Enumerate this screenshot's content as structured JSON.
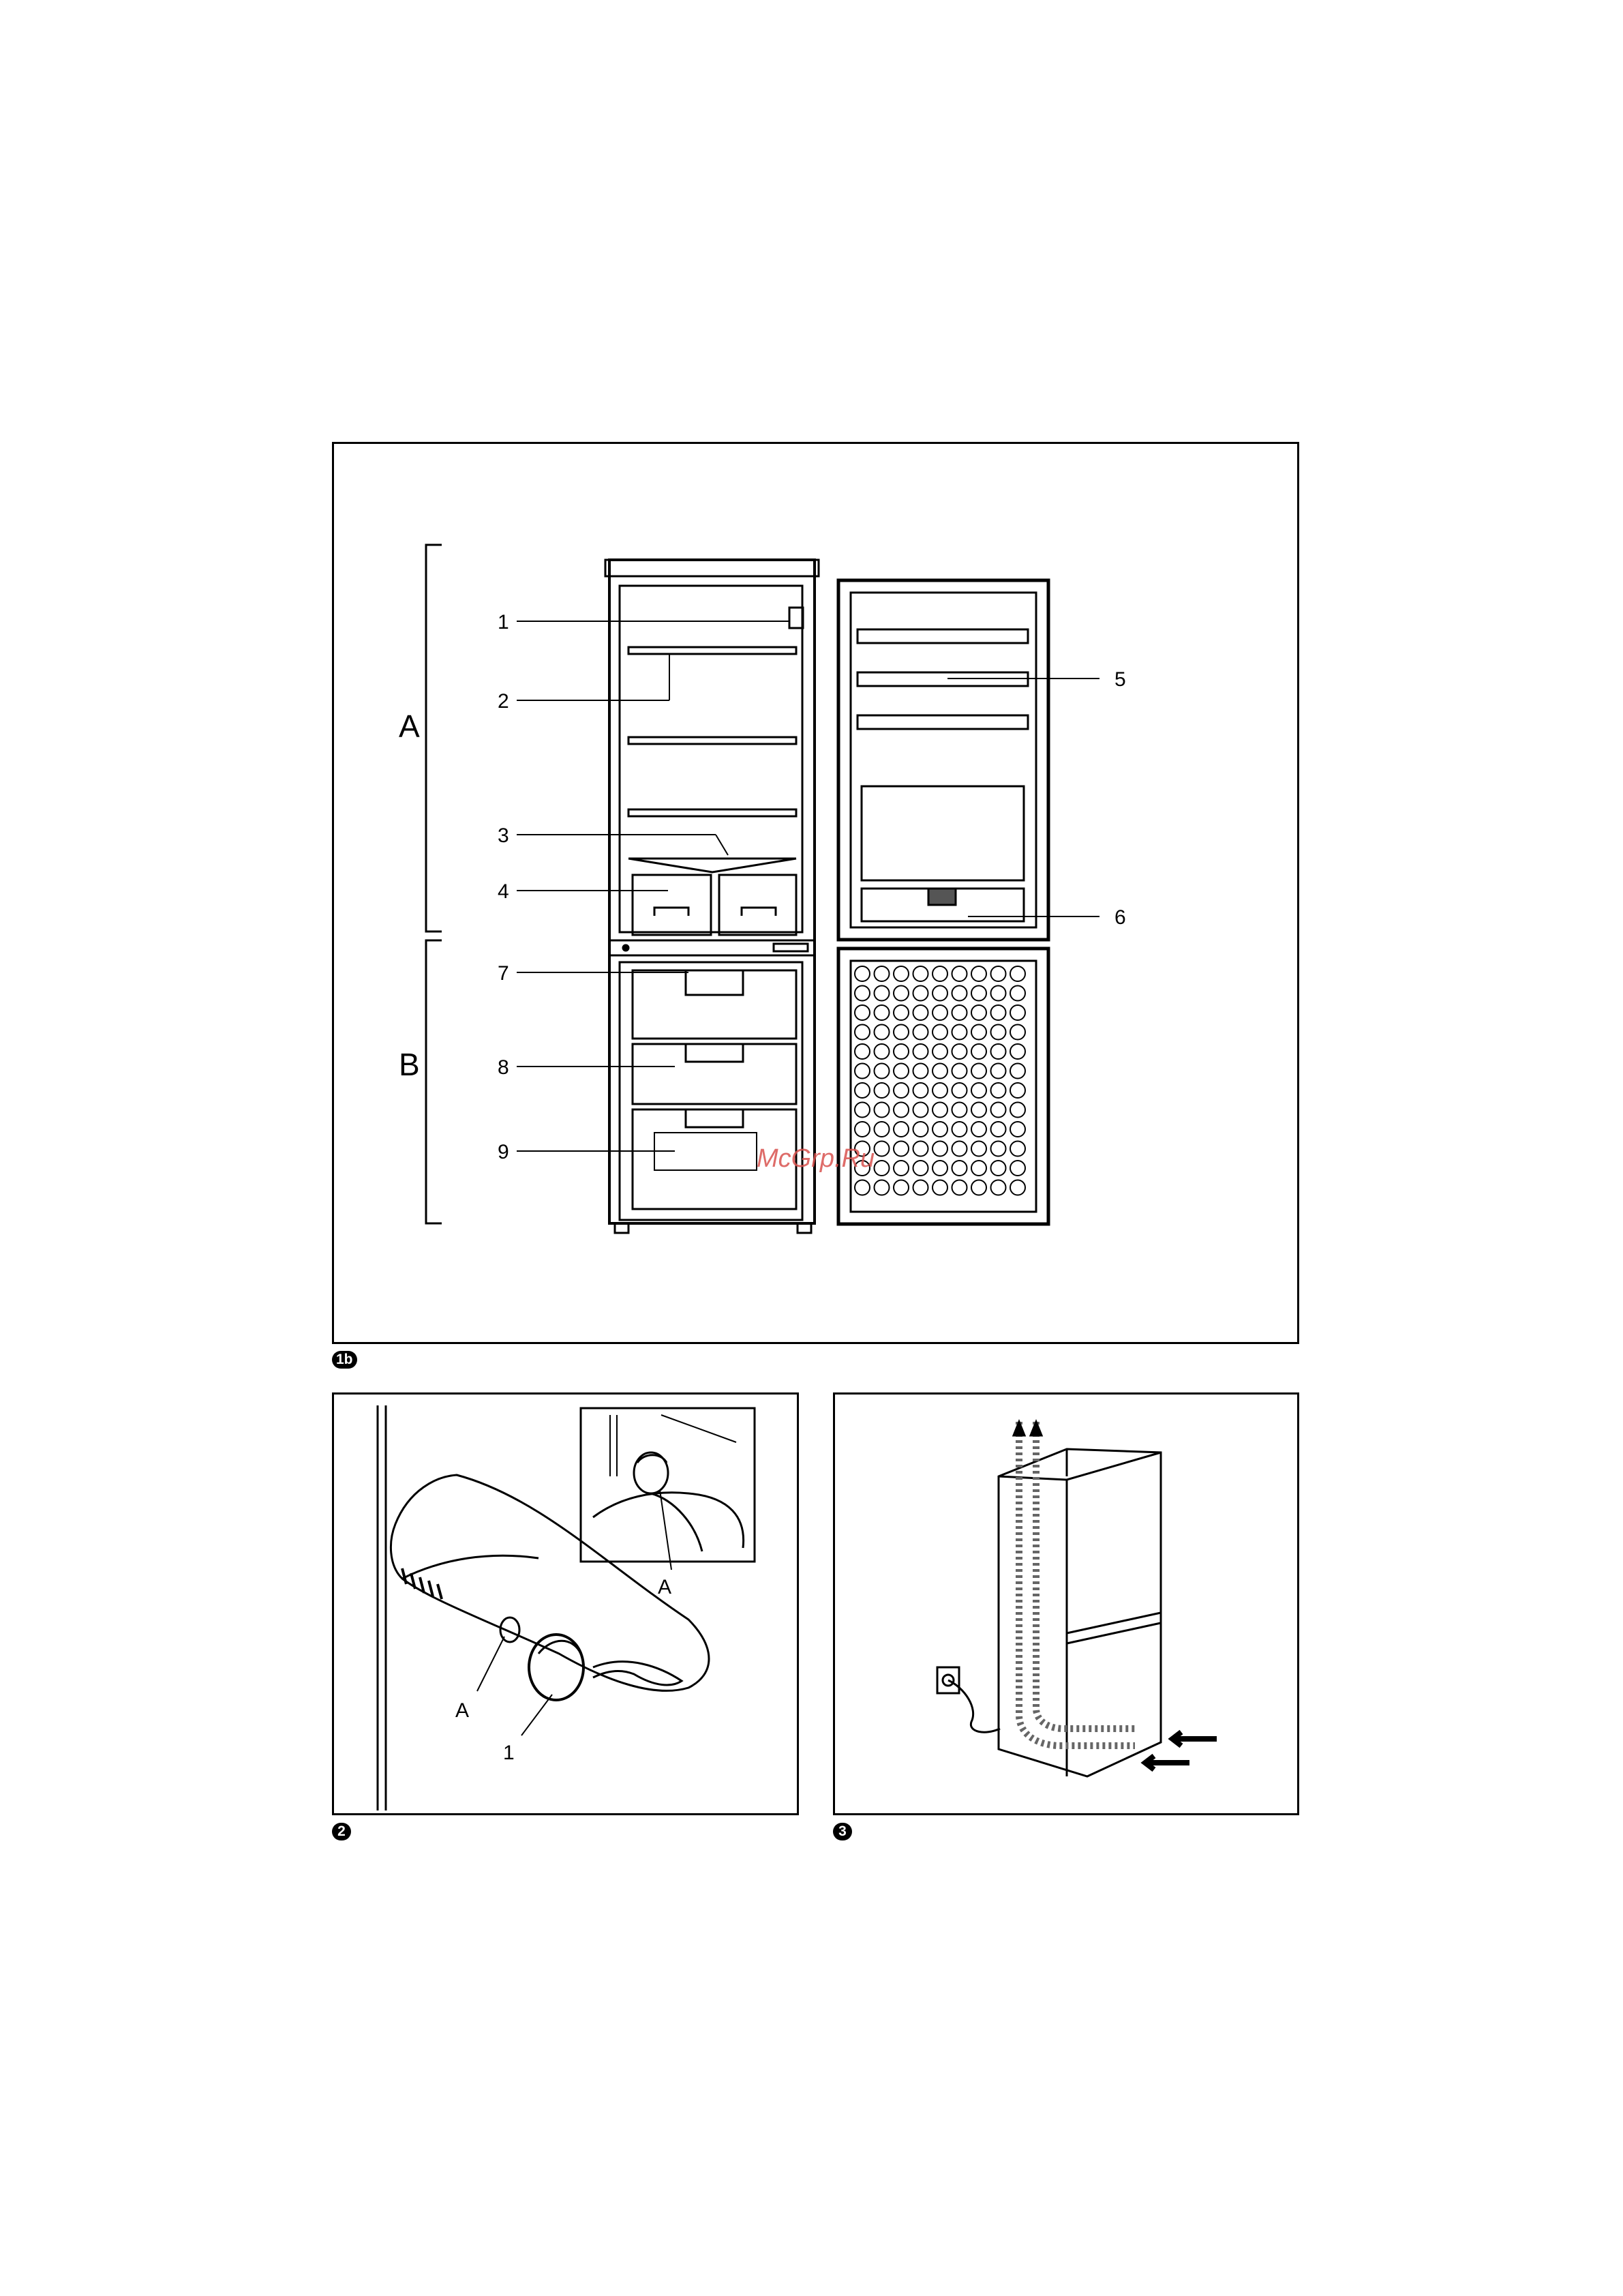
{
  "figure_1b": {
    "badge": "1b",
    "sections": [
      {
        "label": "A"
      },
      {
        "label": "B"
      }
    ],
    "callouts": [
      "1",
      "2",
      "3",
      "4",
      "5",
      "6",
      "7",
      "8",
      "9"
    ]
  },
  "figure_2": {
    "badge": "2",
    "callouts": [
      "A",
      "A",
      "1"
    ]
  },
  "figure_3": {
    "badge": "3"
  },
  "watermark": "McGrp.Ru",
  "colors": {
    "line": "#000000",
    "background": "#ffffff",
    "watermark": "#d9534f"
  }
}
